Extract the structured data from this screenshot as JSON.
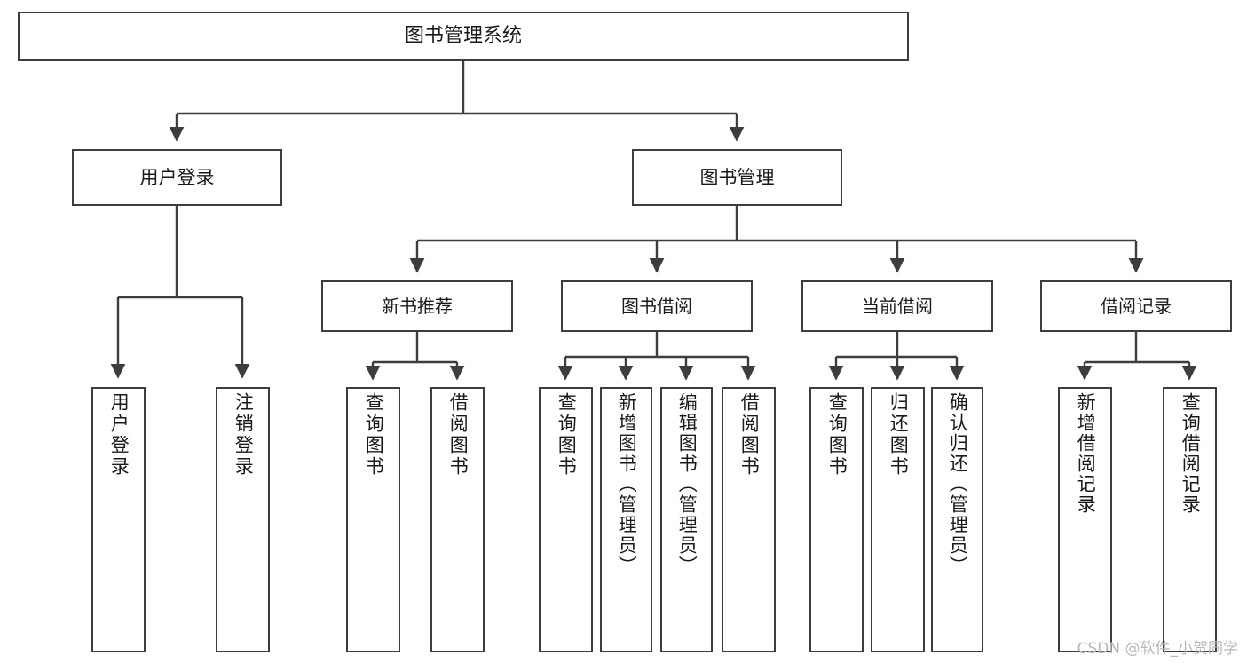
{
  "diagram": {
    "title": "图书管理系统",
    "type": "hierarchy-tree",
    "root": {
      "label": "图书管理系统"
    },
    "level2": [
      {
        "label": "用户登录"
      },
      {
        "label": "图书管理"
      }
    ],
    "level3": [
      {
        "label": "新书推荐"
      },
      {
        "label": "图书借阅"
      },
      {
        "label": "当前借阅"
      },
      {
        "label": "借阅记录"
      }
    ],
    "leaves": {
      "user_login": [
        {
          "label": "用户登录"
        },
        {
          "label": "注销登录"
        }
      ],
      "new_book": [
        {
          "label": "查询图书"
        },
        {
          "label": "借阅图书"
        }
      ],
      "book_borrow": [
        {
          "label": "查询图书"
        },
        {
          "label": "新增图书（管理员）"
        },
        {
          "label": "编辑图书（管理员）"
        },
        {
          "label": "借阅图书"
        }
      ],
      "current_borrow": [
        {
          "label": "查询图书"
        },
        {
          "label": "归还图书"
        },
        {
          "label": "确认归还（管理员）"
        }
      ],
      "borrow_record": [
        {
          "label": "新增借阅记录"
        },
        {
          "label": "查询借阅记录"
        }
      ]
    }
  },
  "watermark": {
    "text": "CSDN @软件_小贺同学"
  },
  "colors": {
    "border": "#3d3d3d",
    "background": "#ffffff",
    "text": "#1a1a1a",
    "watermark": "#b8b8b8"
  }
}
